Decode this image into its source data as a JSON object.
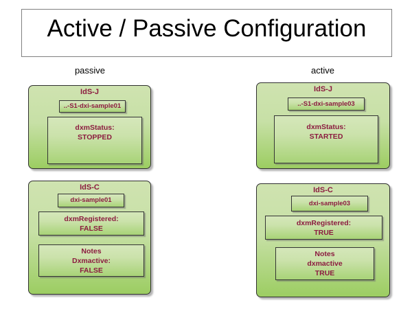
{
  "title": "Active / Passive Configuration",
  "columns": [
    {
      "caption": "passive"
    },
    {
      "caption": "active"
    }
  ],
  "colors": {
    "label_text": "#8b1b3f",
    "node_fill_top": "#cfe3b0",
    "node_fill_bottom": "#9ccd62",
    "node_border": "#2f2f2f",
    "title_border": "#808080",
    "title_text": "#000000"
  },
  "nodes": {
    "passive_j": {
      "header": "IdS-J",
      "name": "..-S1-dxi-sample01",
      "status_label": "dxmStatus:",
      "status_value": "STOPPED"
    },
    "active_j": {
      "header": "IdS-J",
      "name": "..-S1-dxi-sample03",
      "status_label": "dxmStatus:",
      "status_value": "STARTED"
    },
    "passive_c": {
      "header": "IdS-C",
      "name": "dxi-sample01",
      "registered_label": "dxmRegistered:",
      "registered_value": "FALSE",
      "notes_title": "Notes",
      "notes_label": "Dxmactive:",
      "notes_value": "FALSE"
    },
    "active_c": {
      "header": "IdS-C",
      "name": "dxi-sample03",
      "registered_label": "dxmRegistered:",
      "registered_value": "TRUE",
      "notes_title": "Notes",
      "notes_label": "dxmactive",
      "notes_value": "TRUE"
    }
  }
}
